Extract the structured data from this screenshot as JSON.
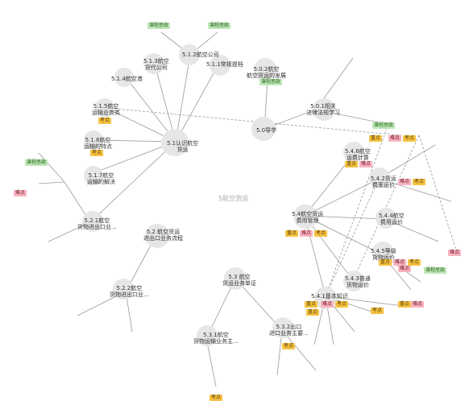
{
  "center": "5航空货运",
  "nodes": [
    {
      "id": "n50",
      "label": "5.0导学"
    },
    {
      "id": "n501",
      "label": "5.0.1相关\n法律法规学习"
    },
    {
      "id": "n502",
      "label": "5.0.2航空\n航空货运的发展"
    },
    {
      "id": "n51",
      "label": "5.1认识航空\n货运"
    },
    {
      "id": "n511",
      "label": "5.1.1常规提档"
    },
    {
      "id": "n512",
      "label": "5.1.2航空公司"
    },
    {
      "id": "n513",
      "label": "5.1.3航空\n货代公司"
    },
    {
      "id": "n514",
      "label": "5.1.4航空港"
    },
    {
      "id": "n515",
      "label": "5.1.5航空\n运输业务类"
    },
    {
      "id": "n516",
      "label": "5.1.6航空\n运输的特点"
    },
    {
      "id": "n517",
      "label": "5.1.7航空\n运输的解决"
    },
    {
      "id": "n52",
      "label": "5.2 航空货运\n进出口业务流程"
    },
    {
      "id": "n521",
      "label": "5.2.1航空\n货物进出口业..."
    },
    {
      "id": "n522",
      "label": "5.2.2航空\n货物进出口业..."
    },
    {
      "id": "n53",
      "label": "5.3 航空\n货运业务单证"
    },
    {
      "id": "n531",
      "label": "5.3.1航空\n货物运输业务主..."
    },
    {
      "id": "n532",
      "label": "5.3.2出口\n进口业务主要..."
    },
    {
      "id": "n54",
      "label": "5.4航空货运\n费用管理"
    },
    {
      "id": "n541",
      "label": "5.4.1基本知识"
    },
    {
      "id": "n542",
      "label": "5.4.2货运\n费率运价"
    },
    {
      "id": "n543",
      "label": "5.4.3普通\n货物运价"
    },
    {
      "id": "n544",
      "label": "5.4.4航空\n费用运价"
    },
    {
      "id": "n545",
      "label": "5.4.5等级\n货物运价"
    },
    {
      "id": "n546",
      "label": "5.4.6航空\n运费计算"
    }
  ],
  "tags": {
    "key": "重点",
    "hard": "难点",
    "exam": "考点",
    "demo": "课程思政"
  }
}
